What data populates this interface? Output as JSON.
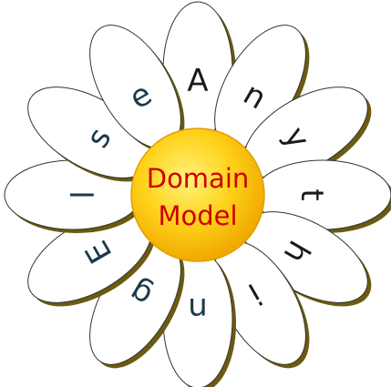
{
  "center": {
    "line1": "Domain",
    "line2": "Model",
    "text_color": "#cc0000",
    "fill_color": "#ffc800"
  },
  "petal_style": {
    "fill": "#ffffff",
    "stroke": "#333333",
    "shadow": "#6b5a10"
  },
  "petals": [
    {
      "letter": "A",
      "color": "#1a1a1a"
    },
    {
      "letter": "n",
      "color": "#1a1a1a"
    },
    {
      "letter": "y",
      "color": "#1a1a1a"
    },
    {
      "letter": "t",
      "color": "#1a1a1a"
    },
    {
      "letter": "h",
      "color": "#1a1a1a"
    },
    {
      "letter": "i",
      "color": "#1a1a1a"
    },
    {
      "letter": "n",
      "color": "#1a3a4a"
    },
    {
      "letter": "g",
      "color": "#1a3a4a"
    },
    {
      "letter": "E",
      "color": "#1a3a4a"
    },
    {
      "letter": "l",
      "color": "#1a3a4a"
    },
    {
      "letter": "s",
      "color": "#1a3a4a"
    },
    {
      "letter": "e",
      "color": "#1a3a4a"
    }
  ]
}
